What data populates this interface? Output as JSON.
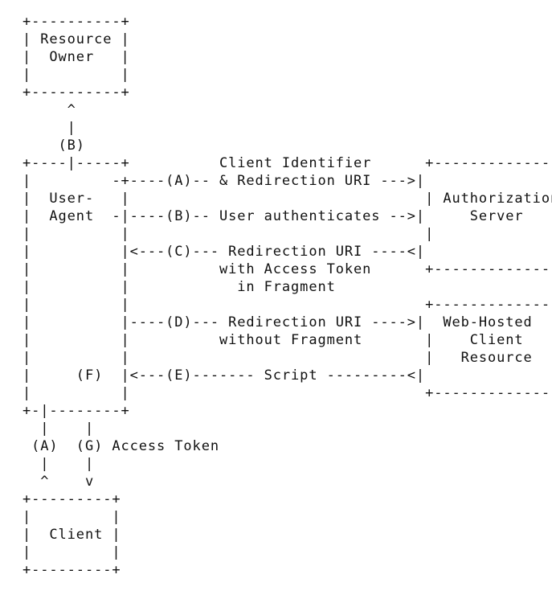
{
  "diagram": {
    "title": "",
    "colors": {
      "text": "#111111",
      "background": "#ffffff"
    },
    "entities": [
      "Resource Owner",
      "User-Agent",
      "Authorization Server",
      "Web-Hosted Client Resource",
      "Client"
    ],
    "flows": [
      {
        "step": "(A)",
        "label": "Client Identifier & Redirection URI"
      },
      {
        "step": "(B)",
        "label": "User authenticates"
      },
      {
        "step": "(C)",
        "label": "Redirection URI with Access Token in Fragment"
      },
      {
        "step": "(D)",
        "label": "Redirection URI without Fragment"
      },
      {
        "step": "(E)",
        "label": "Script"
      },
      {
        "step": "(F)",
        "label": ""
      },
      {
        "step": "(G)",
        "label": "Access Token"
      }
    ],
    "lines": [
      "+----------+",
      "| Resource |",
      "|  Owner   |",
      "|          |",
      "+----------+",
      "     ^",
      "     |",
      "    (B)",
      "+----|-----+          Client Identifier      +---------------+",
      "|         -+----(A)-- & Redirection URI --->|               |",
      "|  User-   |                                 | Authorization |",
      "|  Agent  -|----(B)-- User authenticates -->|     Server    |",
      "|          |                                 |               |",
      "|          |<---(C)--- Redirection URI ----<|               |",
      "|          |          with Access Token      +---------------+",
      "|          |            in Fragment",
      "|          |                                 +---------------+",
      "|          |----(D)--- Redirection URI ---->|  Web-Hosted   |",
      "|          |          without Fragment       |    Client     |",
      "|          |                                 |   Resource    |",
      "|     (F)  |<---(E)------- Script ---------<|               |",
      "|          |                                 +---------------+",
      "+-|--------+",
      "  |    |",
      " (A)  (G) Access Token",
      "  |    |",
      "  ^    v",
      "+---------+",
      "|         |",
      "|  Client |",
      "|         |",
      "+---------+"
    ]
  }
}
